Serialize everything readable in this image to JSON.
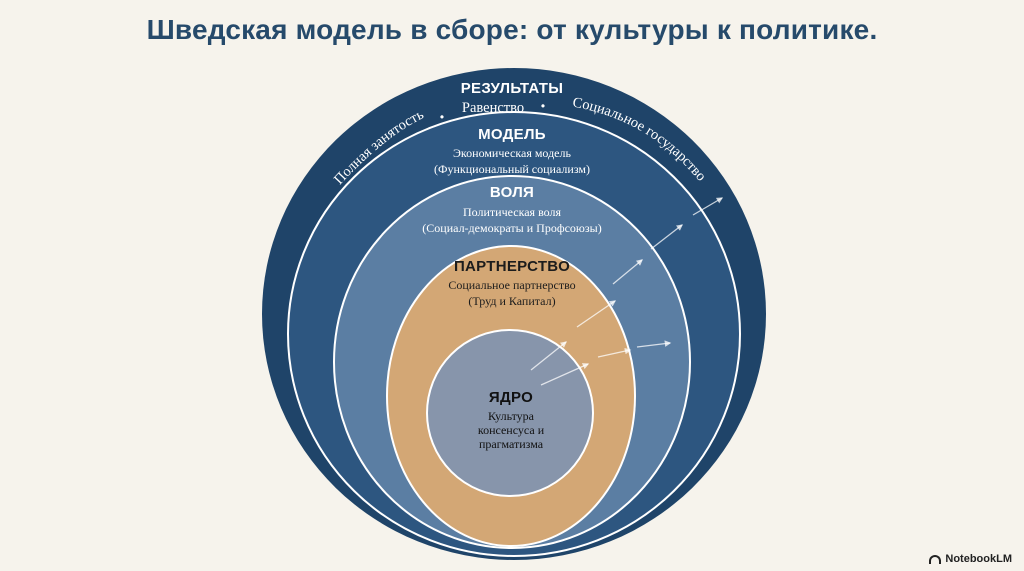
{
  "title": "Шведская модель в сборе: от культуры к политике.",
  "colors": {
    "background": "#f6f3ec",
    "outer_ring": "#1f4469",
    "model_ring": "#2d5680",
    "will_ring": "#5b7ea3",
    "partnership_ring": "#d3a775",
    "core": "#8795ab",
    "ring_stroke": "#ffffff",
    "title": "#264a6b"
  },
  "layers": {
    "results": {
      "heading": "РЕЗУЛЬТАТЫ",
      "items": [
        "Полная занятость",
        "Равенство",
        "Социальное государство"
      ],
      "separator": "•"
    },
    "model": {
      "heading": "МОДЕЛЬ",
      "line1": "Экономическая модель",
      "line2": "(Функциональный социализм)"
    },
    "will": {
      "heading": "ВОЛЯ",
      "line1": "Политическая воля",
      "line2": "(Социал-демократы и Профсоюзы)"
    },
    "partnership": {
      "heading": "ПАРТНЕРСТВО",
      "line1": "Социальное партнерство",
      "line2": "(Труд и Капитал)"
    },
    "core": {
      "heading": "ЯДРО",
      "line1": "Культура",
      "line2": "консенсуса и",
      "line3": "прагматизма"
    }
  },
  "arrow_icon": "arrow-up-right-icon",
  "watermark": {
    "icon": "notebooklm-logo-icon",
    "text": "NotebookLM"
  }
}
